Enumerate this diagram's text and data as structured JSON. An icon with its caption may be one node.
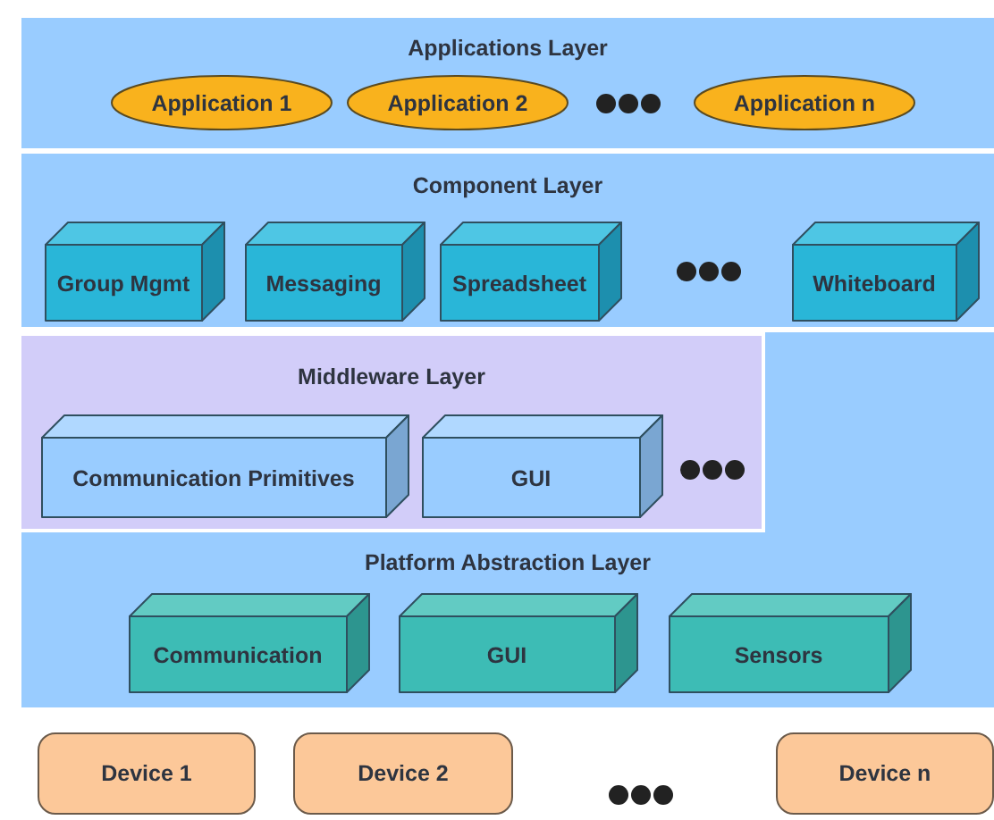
{
  "diagram": {
    "nodes": [
      {
        "text": [
          "Applications Layer"
        ]
      },
      {
        "text": [
          "Application 1"
        ],
        "in": 0
      },
      {
        "text": [
          "Application 2"
        ],
        "in": 0
      },
      {
        "text": [
          "Application n"
        ],
        "in": 0
      },
      {
        "text": [
          "Component Layer"
        ]
      },
      {
        "text": [
          "Group Mgmt"
        ],
        "in": 4
      },
      {
        "text": [
          "Messaging"
        ],
        "in": 4
      },
      {
        "text": [
          "Spreadsheet"
        ],
        "in": 4
      },
      {
        "text": [
          "Whiteboard"
        ],
        "in": 4
      },
      {
        "text": [
          "Middleware Layer"
        ]
      },
      {
        "text": [
          "Communication Primitives"
        ],
        "in": 9
      },
      {
        "text": [
          "GUI"
        ],
        "in": 9
      },
      {
        "text": [
          "Platform Abstraction Layer"
        ]
      },
      {
        "text": [
          "Communication"
        ],
        "in": 12
      },
      {
        "text": [
          "GUI"
        ],
        "in": 12
      },
      {
        "text": [
          "Sensors"
        ],
        "in": 12
      },
      {
        "text": [
          "Device 1"
        ]
      },
      {
        "text": [
          "Device 2"
        ]
      },
      {
        "text": [
          "Device n"
        ]
      }
    ],
    "edges": []
  }
}
